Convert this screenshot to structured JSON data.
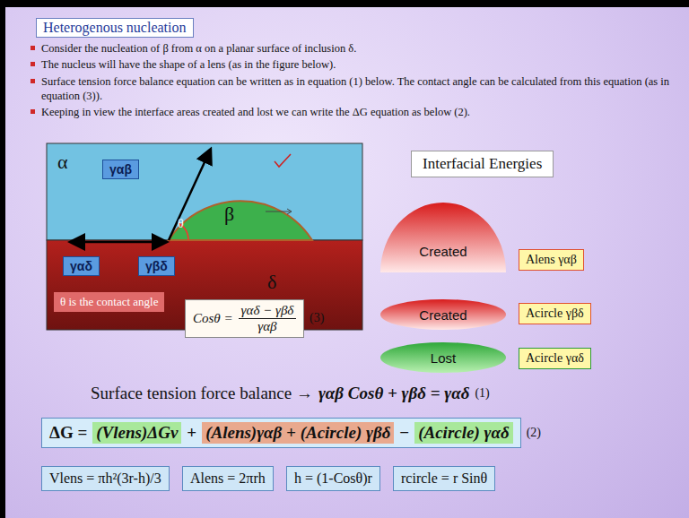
{
  "diagram": {
    "title": "Heterogenous nucleation",
    "nodes": [
      {
        "text": [
          "Heterogenous nucleation"
        ]
      },
      {
        "text": [
          "γαβ"
        ]
      },
      {
        "text": [
          "γαδ"
        ]
      },
      {
        "text": [
          "γβδ"
        ]
      },
      {
        "text": [
          "θ is the contact angle"
        ]
      },
      {
        "text": [
          "Cosθ =",
          "γαδ − γβδ",
          "γαβ"
        ]
      },
      {
        "text": [
          "Interfacial Energies"
        ]
      },
      {
        "text": [
          "Created"
        ]
      },
      {
        "text": [
          "Created"
        ]
      },
      {
        "text": [
          "Lost"
        ]
      },
      {
        "text": [
          "Alens γαβ"
        ]
      },
      {
        "text": [
          "Acircle γβδ"
        ]
      },
      {
        "text": [
          "Acircle γαδ"
        ]
      },
      {
        "text": [
          "Vlens = πh²(3r-h)/3"
        ]
      },
      {
        "text": [
          "Alens = 2πrh"
        ]
      },
      {
        "text": [
          "h = (1-Cosθ)r"
        ]
      },
      {
        "text": [
          "rcircle = r Sinθ"
        ]
      }
    ],
    "labels": [
      "Consider the nucleation of β from α on a planar surface of inclusion δ.",
      "The nucleus will have the shape of a lens (as in the figure below).",
      "Surface tension force balance equation can be written as in equation (1) below. The contact angle can be calculated from this equation (as in equation (3)).",
      "Keeping in view the interface areas created and lost we can write the ΔG equation as below (2).",
      "α",
      "θ",
      "β",
      "δ",
      "(3)",
      "Surface tension force balance →",
      "γαβ Cosθ + γβδ = γαδ",
      "(1)",
      "ΔG =",
      "(Vlens)ΔGv",
      "+",
      "(Alens)γαβ + (Acircle) γβδ",
      "−",
      "(Acircle) γαδ",
      "(2)"
    ]
  }
}
